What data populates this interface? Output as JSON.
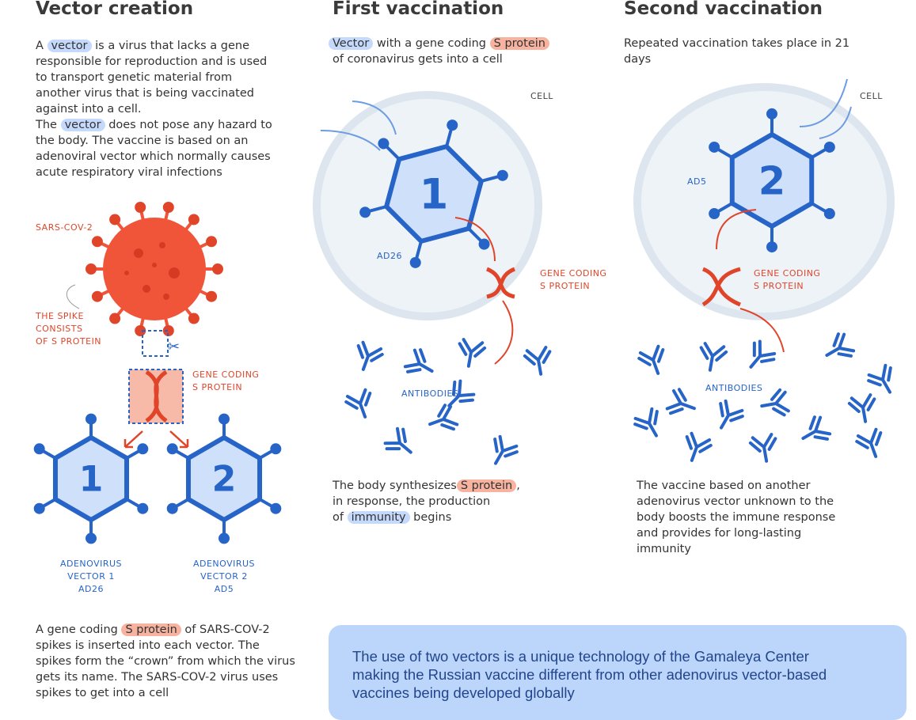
{
  "columns": [
    {
      "title": "Vector creation"
    },
    {
      "title": "First vaccination"
    },
    {
      "title": "Second vaccination"
    }
  ],
  "vector_creation": {
    "intro": {
      "p1_a": "A",
      "p1_hl": "vector",
      "p1_b": "is a virus that lacks a gene responsible for reproduction and is used to transport genetic material from another virus that is being vaccinated against into a cell.",
      "p2_a": "The",
      "p2_hl": "vector",
      "p2_b": "does not pose any hazard to the body. The vaccine is based on an adenoviral vector which normally causes acute respiratory viral infections"
    },
    "sars_label": "SARS-COV-2",
    "spike_label": [
      "THE SPIKE",
      "CONSISTS",
      "OF S PROTEIN"
    ],
    "gene_label": [
      "GENE CODING",
      "S PROTEIN"
    ],
    "vector1": {
      "number": "1",
      "label": [
        "ADENOVIRUS",
        "VECTOR 1",
        "AD26"
      ]
    },
    "vector2": {
      "number": "2",
      "label": [
        "ADENOVIRUS",
        "VECTOR 2",
        "AD5"
      ]
    },
    "bottom": {
      "a": "A gene coding",
      "hl": "S protein",
      "b": "of SARS-COV-2 spikes is inserted into each vector. The spikes form the “crown” from which the virus gets its name. The SARS-COV-2 virus uses spikes to get into a cell"
    }
  },
  "first_vaccination": {
    "intro": {
      "hl1": "Vector",
      "a": "with a gene coding",
      "hl2": "S protein",
      "b": "of coronavirus gets into a cell"
    },
    "cell_label": "CELL",
    "vector_number": "1",
    "vector_label": "AD26",
    "gene_label": [
      "GENE CODING",
      "S PROTEIN"
    ],
    "antibodies_label": "ANTIBODIES",
    "bottom": {
      "a": "The body synthesizes",
      "hl1": "S protein",
      "b": ",",
      "c": "in response, the production",
      "d": "of",
      "hl2": "immunity",
      "e": "begins"
    }
  },
  "second_vaccination": {
    "intro": "Repeated vaccination takes place in 21 days",
    "cell_label": "CELL",
    "vector_number": "2",
    "vector_label": "AD5",
    "gene_label": [
      "GENE CODING",
      "S PROTEIN"
    ],
    "antibodies_label": "ANTIBODIES",
    "bottom": "The vaccine based on another adenovirus vector unknown to the body boosts the immune response and provides for long-lasting immunity"
  },
  "footer_box": "The use of two vectors is a unique technology of the Gamaleya Center making the Russian vaccine different from other adenovirus vector-based vaccines being developed globally",
  "colors": {
    "red": "#f0553a",
    "blue": "#2764c8",
    "light_blue": "#c4d9fb",
    "cell": "#e9f0f6"
  }
}
